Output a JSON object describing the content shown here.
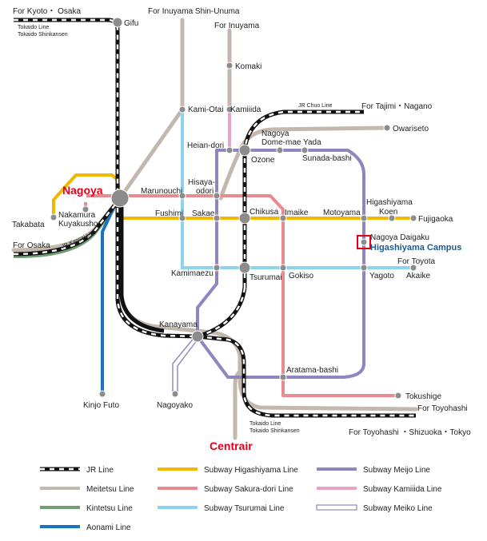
{
  "colors": {
    "jr": "#111111",
    "meitetsu": "#c3b8ad",
    "kintetsu": "#6f9f74",
    "aonami": "#1874c1",
    "higashiyama": "#f0b800",
    "sakura_dori": "#e98a91",
    "tsurumai": "#8fd2ee",
    "meijo": "#8e86c0",
    "kamiiida": "#e7a2c7",
    "meiko": "#8e86c0",
    "station": "#8c8c8c",
    "highlight": "#e3001b",
    "campus_text": "#1c5a8c"
  },
  "stations": {
    "gifu": "Gifu",
    "inuyama_shin_unuma": "For Inuyama Shin-Unuma",
    "inuyama": "For Inuyama",
    "komaki": "Komaki",
    "kami_otai": "Kami-Otai",
    "kamiiida": "Kamiiida",
    "heian_dori": "Heian-dori",
    "nagoya_dome_1": "Nagoya",
    "nagoya_dome_2": "Dome-mae Yada",
    "ozone": "Ozone",
    "sunada_bashi": "Sunada-bashi",
    "owariseto": "Owariseto",
    "nagoya": "Nagoya",
    "marunouchi": "Marunouchi",
    "hisaya_odori_1": "Hisaya-",
    "hisaya_odori_2": "odori",
    "fushimi": "Fushimi",
    "sakae": "Sakae",
    "chikusa": "Chikusa",
    "imaike": "Imaike",
    "motoyama": "Motoyama",
    "higashiyama_koen_1": "Higashiyama",
    "higashiyama_koen_2": "Koen",
    "fujigaoka": "Fujigaoka",
    "nagoya_daigaku": "Nagoya Daigaku",
    "higashiyama_campus": "Higashiyama Campus",
    "takabata": "Takabata",
    "nakamura_kuyakusho_1": "Nakamura",
    "nakamura_kuyakusho_2": "Kuyakusho",
    "for_osaka": "For Osaka",
    "kamimaezu": "Kamimaezu",
    "tsurumai": "Tsurumai",
    "gokiso": "Gokiso",
    "yagoto": "Yagoto",
    "for_toyota": "For Toyota",
    "akaike": "Akaike",
    "kanayama": "Kanayama",
    "aratama_bashi": "Aratama-bashi",
    "kinjo_futo": "Kinjo Futo",
    "nagoyako": "Nagoyako",
    "tokushige": "Tokushige",
    "for_toyohashi": "For Toyohashi",
    "centrair": "Centrair",
    "for_toyohashi_shizuoka_tokyo": "For Toyohashi ・Shizuoka・Tokyo",
    "for_kyoto_osaka": "For Kyoto・ Osaka",
    "for_tajimi_nagano": "For Tajimi・Nagano"
  },
  "line_labels": {
    "tokaido_line_top": "Tokaido Line",
    "tokaido_shinkansen_top": "Tokaido Shinkansen",
    "tokaido_line_bottom": "Tokaido Line",
    "tokaido_shinkansen_bottom": "Tokaido Shinkansen",
    "jr_chuo_line": "JR Chuo Line",
    "jr_kansai_line": "JR Kansai Line"
  },
  "legend": [
    {
      "key": "jr",
      "label": "JR Line"
    },
    {
      "key": "meitetsu",
      "label": "Meitetsu Line"
    },
    {
      "key": "kintetsu",
      "label": "Kintetsu Line"
    },
    {
      "key": "aonami",
      "label": "Aonami Line"
    },
    {
      "key": "higashiyama",
      "label": "Subway Higashiyama Line"
    },
    {
      "key": "sakura_dori",
      "label": "Subway Sakura-dori Line"
    },
    {
      "key": "tsurumai",
      "label": "Subway Tsurumai Line"
    },
    {
      "key": "meijo",
      "label": "Subway Meijo Line"
    },
    {
      "key": "kamiiida",
      "label": "Subway Kamiiida Line"
    },
    {
      "key": "meiko",
      "label": "Subway Meiko Line"
    }
  ]
}
